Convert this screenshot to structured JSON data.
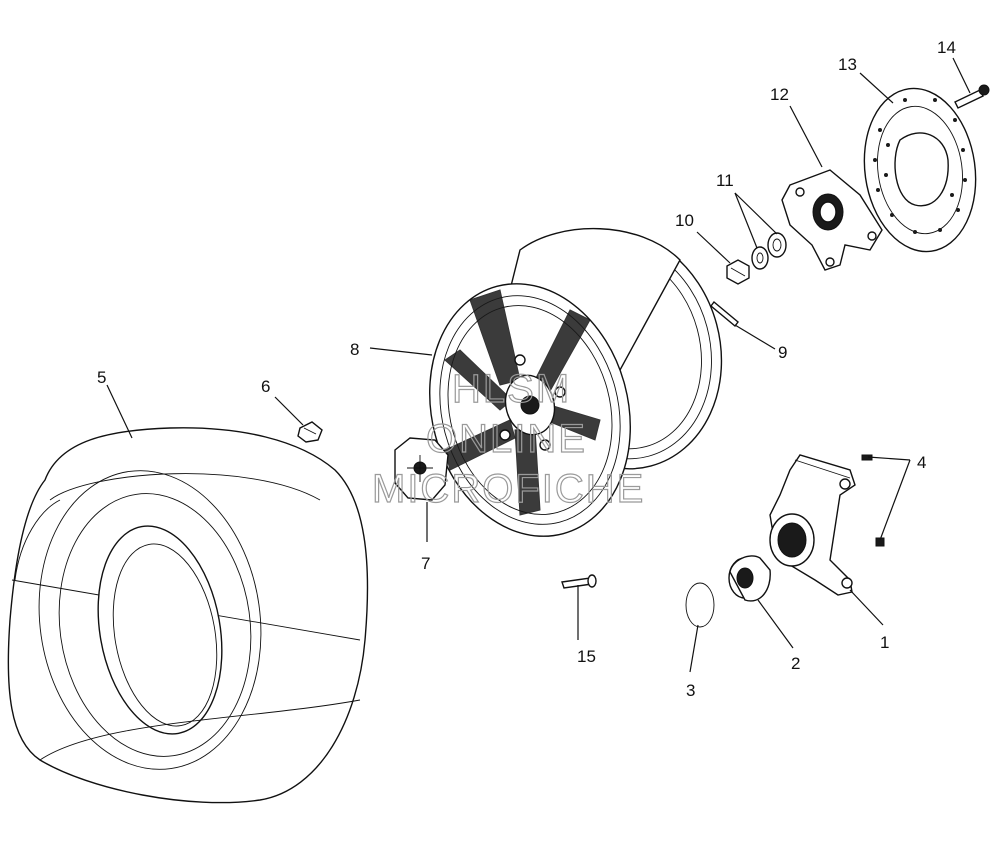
{
  "callouts": [
    {
      "id": "1",
      "label": "1"
    },
    {
      "id": "2",
      "label": "2"
    },
    {
      "id": "3",
      "label": "3"
    },
    {
      "id": "4",
      "label": "4"
    },
    {
      "id": "5",
      "label": "5"
    },
    {
      "id": "6",
      "label": "6"
    },
    {
      "id": "7",
      "label": "7"
    },
    {
      "id": "8",
      "label": "8"
    },
    {
      "id": "9",
      "label": "9"
    },
    {
      "id": "10",
      "label": "10"
    },
    {
      "id": "11",
      "label": "11"
    },
    {
      "id": "12",
      "label": "12"
    },
    {
      "id": "13",
      "label": "13"
    },
    {
      "id": "14",
      "label": "14"
    },
    {
      "id": "15",
      "label": "15"
    }
  ],
  "watermark": {
    "line1": "HLSM",
    "line2": "ONLINE",
    "line3": "MICROFICHE"
  }
}
